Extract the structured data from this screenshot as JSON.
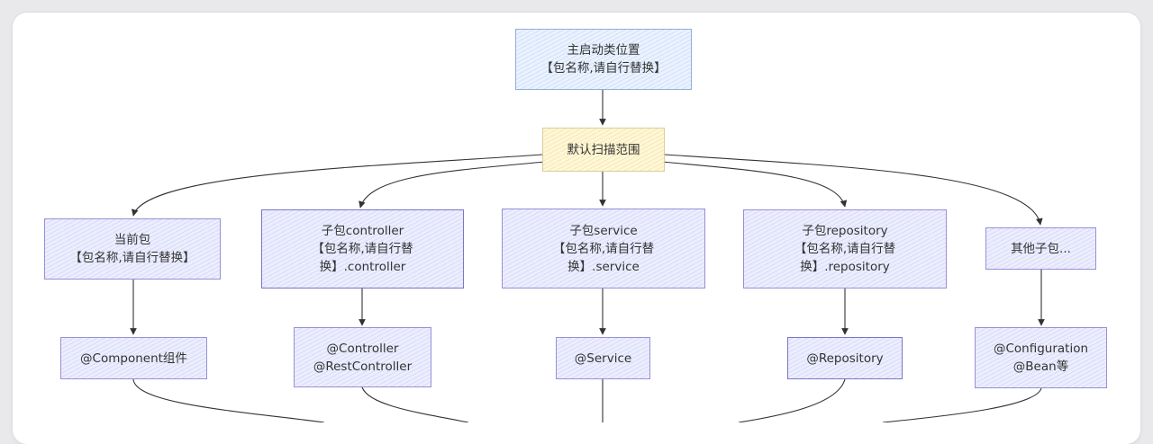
{
  "nodes": {
    "main_class": {
      "line1": "主启动类位置",
      "line2": "【包名称,请自行替换】"
    },
    "default_scan": {
      "text": "默认扫描范围"
    },
    "current_pkg": {
      "line1": "当前包",
      "line2": "【包名称,请自行替换】"
    },
    "controller_pkg": {
      "line1": "子包controller",
      "line2": "【包名称,请自行替",
      "line3": "换】.controller"
    },
    "service_pkg": {
      "line1": "子包service",
      "line2": "【包名称,请自行替",
      "line3": "换】.service"
    },
    "repository_pkg": {
      "line1": "子包repository",
      "line2": "【包名称,请自行替",
      "line3": "换】.repository"
    },
    "other_pkg": {
      "text": "其他子包..."
    },
    "component_ann": {
      "text": "@Component组件"
    },
    "controller_ann": {
      "line1": "@Controller",
      "line2": "@RestController"
    },
    "service_ann": {
      "text": "@Service"
    },
    "repository_ann": {
      "text": "@Repository"
    },
    "configuration_ann": {
      "line1": "@Configuration",
      "line2": "@Bean等"
    }
  },
  "colors": {
    "node_fill": "#eceeff",
    "node_border": "#9b8fd6",
    "highlight_fill": "#fff7d6",
    "root_fill": "#eaf2ff",
    "edge": "#333333"
  }
}
